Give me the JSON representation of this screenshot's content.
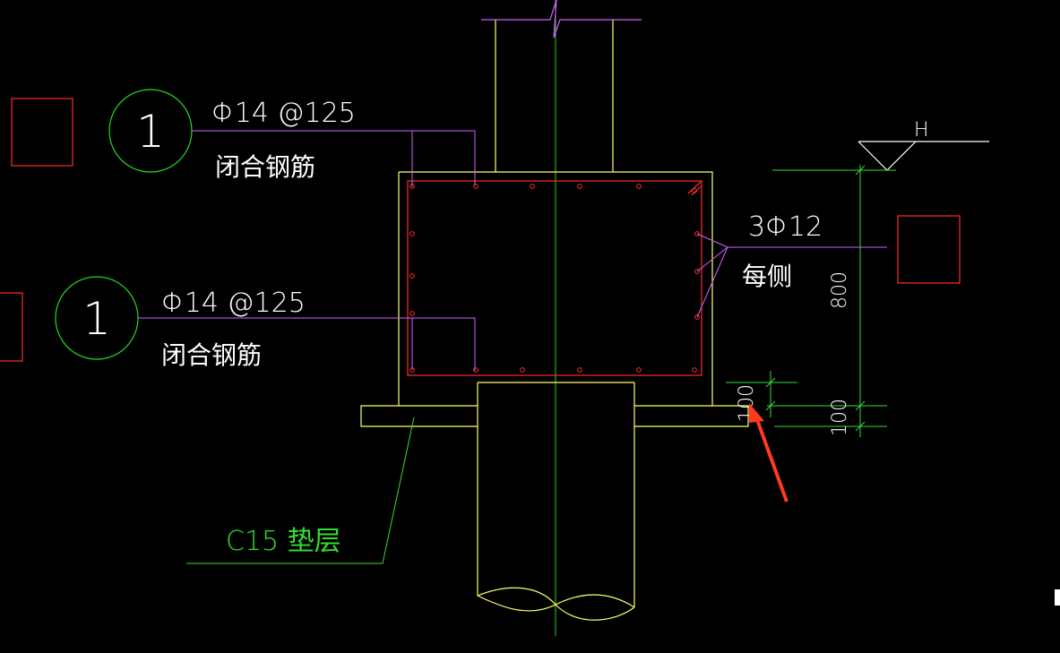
{
  "drawing": {
    "section_marks": [
      {
        "number": "1",
        "rebar_spec": "Φ14 @125",
        "rebar_note": "闭合钢筋"
      },
      {
        "number": "1",
        "rebar_spec": "Φ14 @125",
        "rebar_note": "闭合钢筋"
      }
    ],
    "side_rebar": {
      "spec": "3Φ12",
      "note": "每侧"
    },
    "elevation_mark": "H",
    "dimensions": {
      "beam_height": "800",
      "cushion_offset": "100",
      "cushion_thickness": "100"
    },
    "cushion_label": "C15 垫层"
  },
  "colors": {
    "background": "#000000",
    "concrete_outline": "#ffff66",
    "rebar": "#ff2b2b",
    "leader": "#d060ff",
    "dimension": "#33dd33",
    "section_circle": "#22dd22",
    "text": "#ffffff",
    "callout_box": "#ff2b2b",
    "pointer_arrow": "#ff3b1f"
  }
}
